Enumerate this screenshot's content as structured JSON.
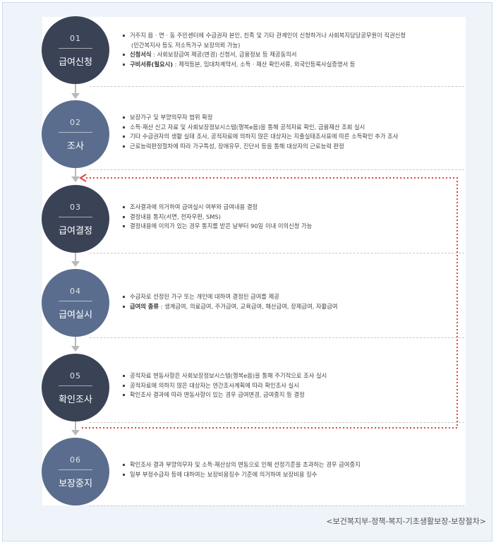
{
  "steps": [
    {
      "num": "01",
      "label": "급여신청",
      "items": [
        {
          "bold": "",
          "text": "거주지 읍 · 면 · 동 주민센터에 수급권자 본인, 친족 및 기타 관계인이 신청하거나 사회복지담당공무원이 직권신청"
        },
        {
          "bold": "",
          "text": "(민간복지사 등도 저소득가구 보장의뢰 가능)",
          "sub": true
        },
        {
          "bold": "신청서식",
          "text": " : 사회보장급여 제공(변경) 신청서, 금융정보 등 제공동의서"
        },
        {
          "bold": "구비서류(필요시)",
          "text": " : 제적등본, 임대차계약서, 소득 · 재산 확인서류, 외국인등록사실증명서 등"
        }
      ]
    },
    {
      "num": "02",
      "label": "조사",
      "items": [
        {
          "bold": "",
          "text": "보장가구 및 부양의무자 범위 확정"
        },
        {
          "bold": "",
          "text": "소득·재산 신고 자료 및 사회보장정보시스템(행복e음)을 통해 공적자료 확인, 금융재산 조회 실시"
        },
        {
          "bold": "",
          "text": "기타 수급권자의 생활 실태 조사, 공적자료에 의하지 않은 대상자는 지출실태조사표에 따른 소득확인 추가 조사"
        },
        {
          "bold": "",
          "text": "근로능력판정절차에 따라 가구특성, 장애유무, 진단서 등을 통해 대상자의 근로능력 판정"
        }
      ]
    },
    {
      "num": "03",
      "label": "급여결정",
      "items": [
        {
          "bold": "",
          "text": "조사결과에 의거하여 급여실시 여부와 급여내용 결정"
        },
        {
          "bold": "",
          "text": "결정내용 통지(서면, 전자우편, SMS)"
        },
        {
          "bold": "",
          "text": "결정내용에 이의가 있는 경우 통지를 받은 날부터 90일 이내 이의신청 가능"
        }
      ]
    },
    {
      "num": "04",
      "label": "급여실시",
      "items": [
        {
          "bold": "",
          "text": "수급자로 선정된 가구 또는 개인에 대하여 결정된 급여를 제공"
        },
        {
          "bold": "급여의 종류",
          "text": " : 생계급여, 의료급여, 주거급여, 교육급여, 해산급여, 장제급여, 자활급여"
        }
      ]
    },
    {
      "num": "05",
      "label": "확인조사",
      "items": [
        {
          "bold": "",
          "text": "공적자료 변동사항은 사회보장정보시스템(행복e음)을 통해 주기적으로 조사 실시"
        },
        {
          "bold": "",
          "text": "공적자료에 의하지 않은 대상자는 연간조사계획에 따라 확인조사 실시"
        },
        {
          "bold": "",
          "text": "확인조사 결과에 따라 변동사항이 있는 경우 급여변경, 급여중지 등 결정"
        }
      ]
    },
    {
      "num": "06",
      "label": "보장중지",
      "items": [
        {
          "bold": "",
          "text": "확인조사 결과 부양의무자 및 소득·재산상의 변동으로 인해 선정기준을 초과하는 경우 급여중지"
        },
        {
          "bold": "",
          "text": "일부 부정수급자 등에 대하여는 보장비용징수 기준에 의거하여 보장비용 징수"
        }
      ]
    }
  ],
  "caption": "<보건복지부-정책-복지-기초생활보장-보장절차>",
  "colors": {
    "circle_dark": "#3a4256",
    "circle_blue": "#5a6d8e",
    "loop_arrow": "#e0463a",
    "background": "#eef4fa"
  }
}
